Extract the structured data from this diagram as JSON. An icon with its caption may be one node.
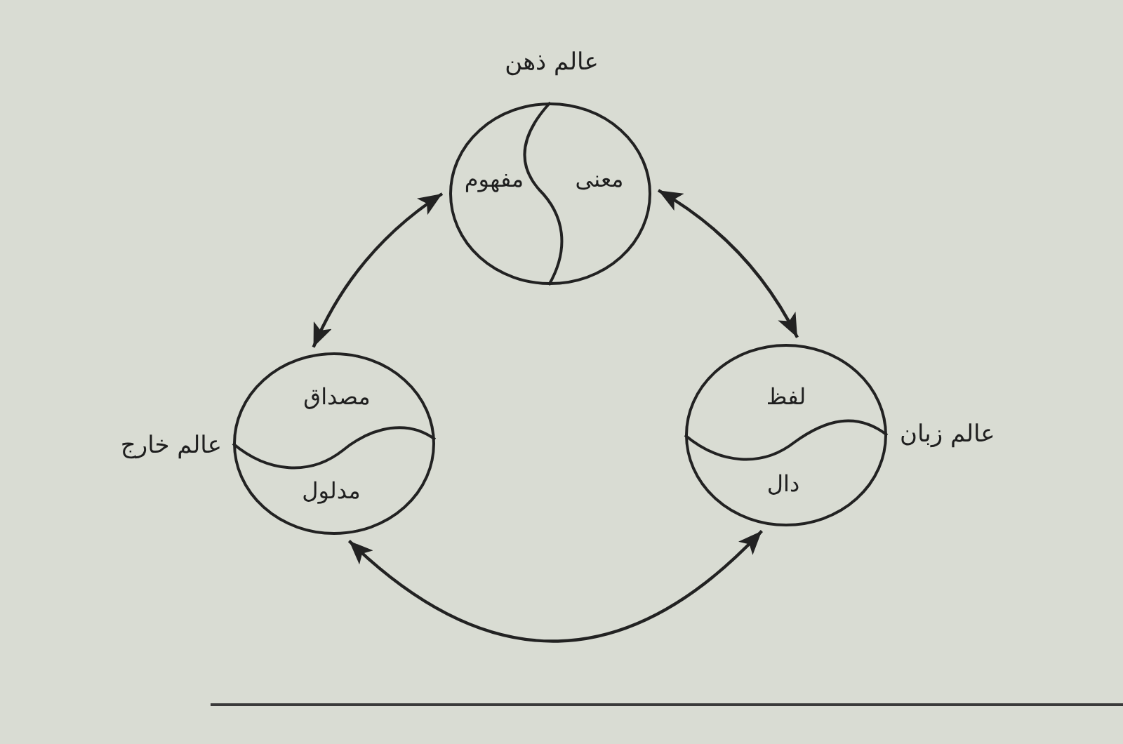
{
  "diagram": {
    "nodes": [
      {
        "text": [
          "معنی",
          "مفهوم"
        ],
        "beside": [
          "عالم ذهن"
        ]
      },
      {
        "text": [
          "لفظ",
          "دال"
        ],
        "beside": [
          "عالم زبان"
        ]
      },
      {
        "text": [
          "مصداق",
          "مدلول"
        ],
        "beside": [
          "عالم خارج"
        ]
      }
    ],
    "edges": [
      {
        "from": 0,
        "to": 1,
        "arrow": "both"
      },
      {
        "from": 0,
        "to": 2,
        "arrow": "both"
      },
      {
        "from": 2,
        "to": 1,
        "arrow": "both"
      }
    ]
  }
}
